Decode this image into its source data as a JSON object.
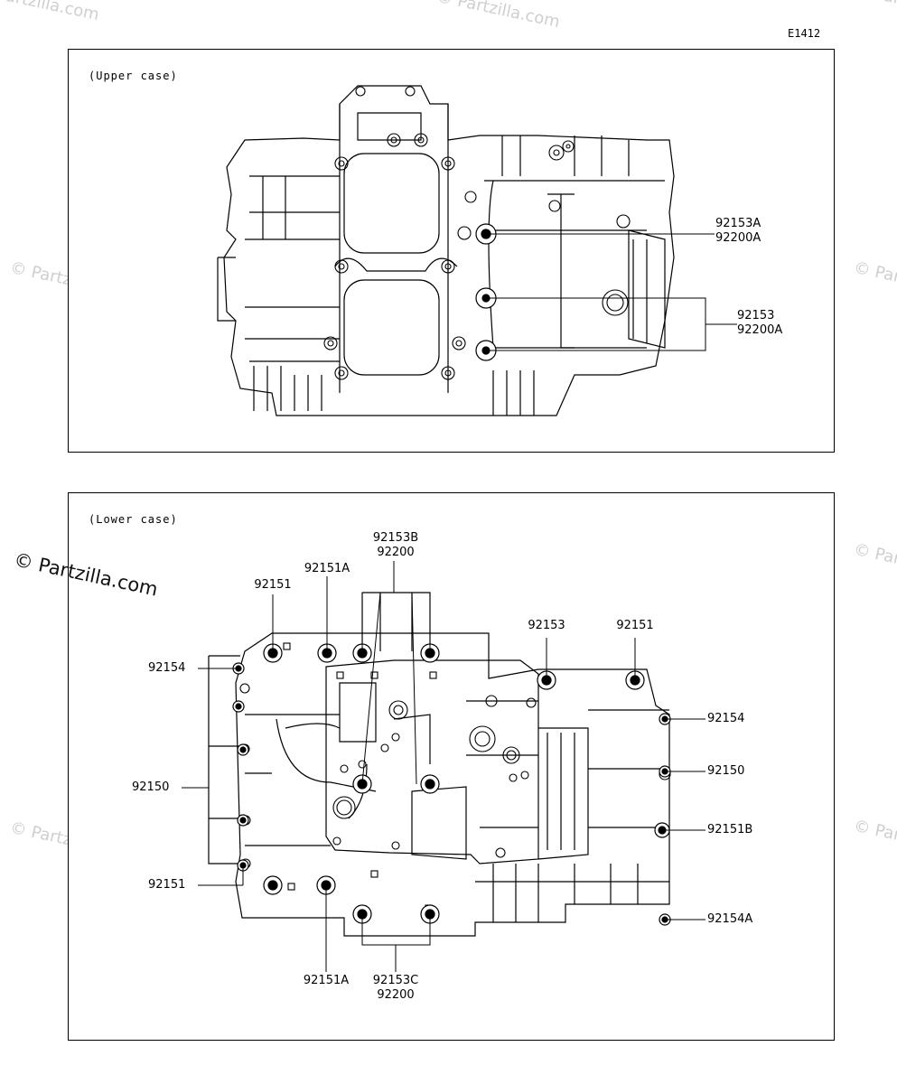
{
  "diagram_id": "E1412",
  "watermark": "© Partzilla.com",
  "upper": {
    "title": "(Upper case)",
    "labels": {
      "a1": "92153A",
      "a2": "92200A",
      "b1": "92153",
      "b2": "92200A"
    }
  },
  "lower": {
    "title": "(Lower case)",
    "labels": {
      "top_center_1": "92153B",
      "top_center_2": "92200",
      "l_92151_top": "92151",
      "l_92151A_top": "92151A",
      "l_92154_left": "92154",
      "l_92150_left": "92150",
      "l_92151_left": "92151",
      "l_92151A_bottom": "92151A",
      "bottom_center_1": "92153C",
      "bottom_center_2": "92200",
      "r_92153": "92153",
      "r_92151": "92151",
      "r_92154": "92154",
      "r_92150": "92150",
      "r_92151B": "92151B",
      "r_92154A": "92154A"
    }
  }
}
